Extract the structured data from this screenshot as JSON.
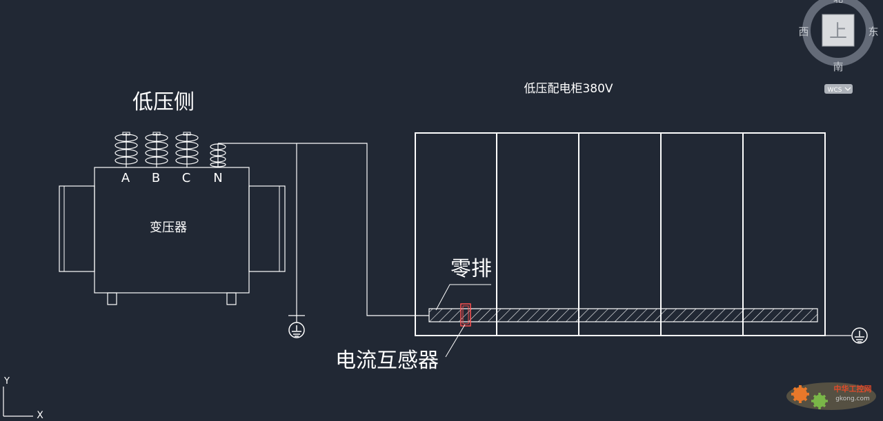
{
  "drawing": {
    "low_side_title": "低压侧",
    "transformer_label": "变压器",
    "phases": [
      "A",
      "B",
      "C",
      "N"
    ],
    "cabinet_title": "低压配电柜380V",
    "neutral_bar_label": "零排",
    "ct_label": "电流互感器"
  },
  "viewcube": {
    "north": "北",
    "west": "西",
    "east": "东",
    "south": "南",
    "face": "上",
    "wcs": "WCS"
  },
  "ucs": {
    "x_label": "X",
    "y_label": "Y"
  },
  "watermark": {
    "name": "中华工控网",
    "site": "gkong.com"
  },
  "colors": {
    "background": "#212834",
    "lines": "#ffffff",
    "ct": "#ff5050",
    "hatch": "#ffffff"
  }
}
